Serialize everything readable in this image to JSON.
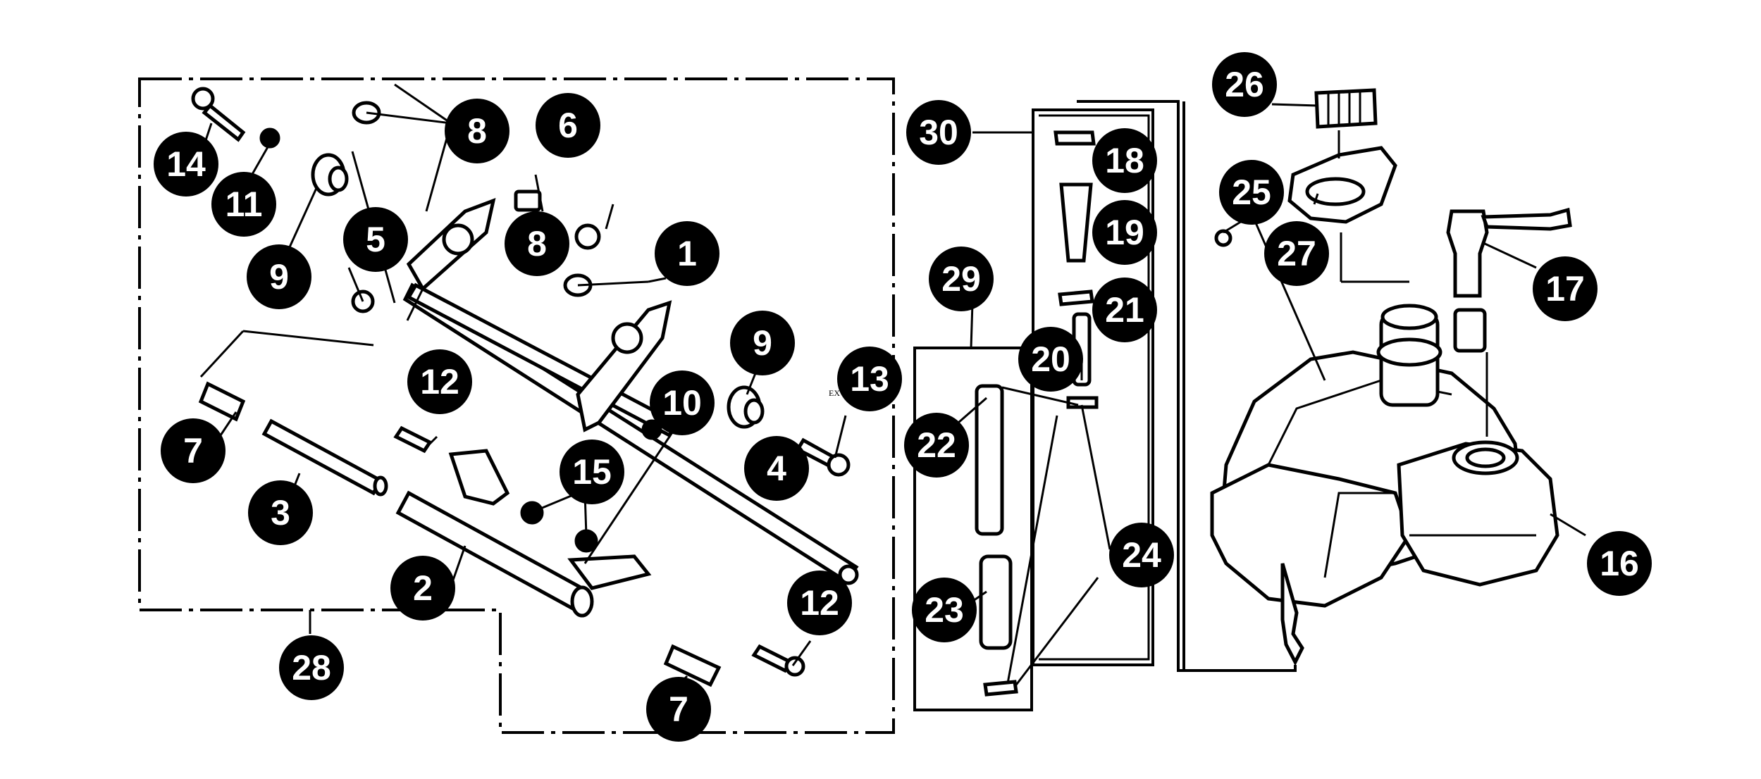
{
  "callouts": [
    {
      "id": "c1",
      "label": "1"
    },
    {
      "id": "c2",
      "label": "2"
    },
    {
      "id": "c3",
      "label": "3"
    },
    {
      "id": "c4",
      "label": "4"
    },
    {
      "id": "c5",
      "label": "5"
    },
    {
      "id": "c6",
      "label": "6"
    },
    {
      "id": "c7a",
      "label": "7"
    },
    {
      "id": "c7b",
      "label": "7"
    },
    {
      "id": "c8a",
      "label": "8"
    },
    {
      "id": "c8b",
      "label": "8"
    },
    {
      "id": "c9a",
      "label": "9"
    },
    {
      "id": "c9b",
      "label": "9"
    },
    {
      "id": "c10",
      "label": "10"
    },
    {
      "id": "c11",
      "label": "11"
    },
    {
      "id": "c12a",
      "label": "12"
    },
    {
      "id": "c12b",
      "label": "12"
    },
    {
      "id": "c13",
      "label": "13"
    },
    {
      "id": "c14",
      "label": "14"
    },
    {
      "id": "c15",
      "label": "15"
    },
    {
      "id": "c16",
      "label": "16"
    },
    {
      "id": "c17",
      "label": "17"
    },
    {
      "id": "c18",
      "label": "18"
    },
    {
      "id": "c19",
      "label": "19"
    },
    {
      "id": "c20",
      "label": "20"
    },
    {
      "id": "c21",
      "label": "21"
    },
    {
      "id": "c22",
      "label": "22"
    },
    {
      "id": "c23",
      "label": "23"
    },
    {
      "id": "c24",
      "label": "24"
    },
    {
      "id": "c25",
      "label": "25"
    },
    {
      "id": "c26",
      "label": "26"
    },
    {
      "id": "c27",
      "label": "27"
    },
    {
      "id": "c28",
      "label": "28"
    },
    {
      "id": "c29",
      "label": "29"
    },
    {
      "id": "c30",
      "label": "30"
    }
  ],
  "small_print": "EXV... 5X-1..."
}
